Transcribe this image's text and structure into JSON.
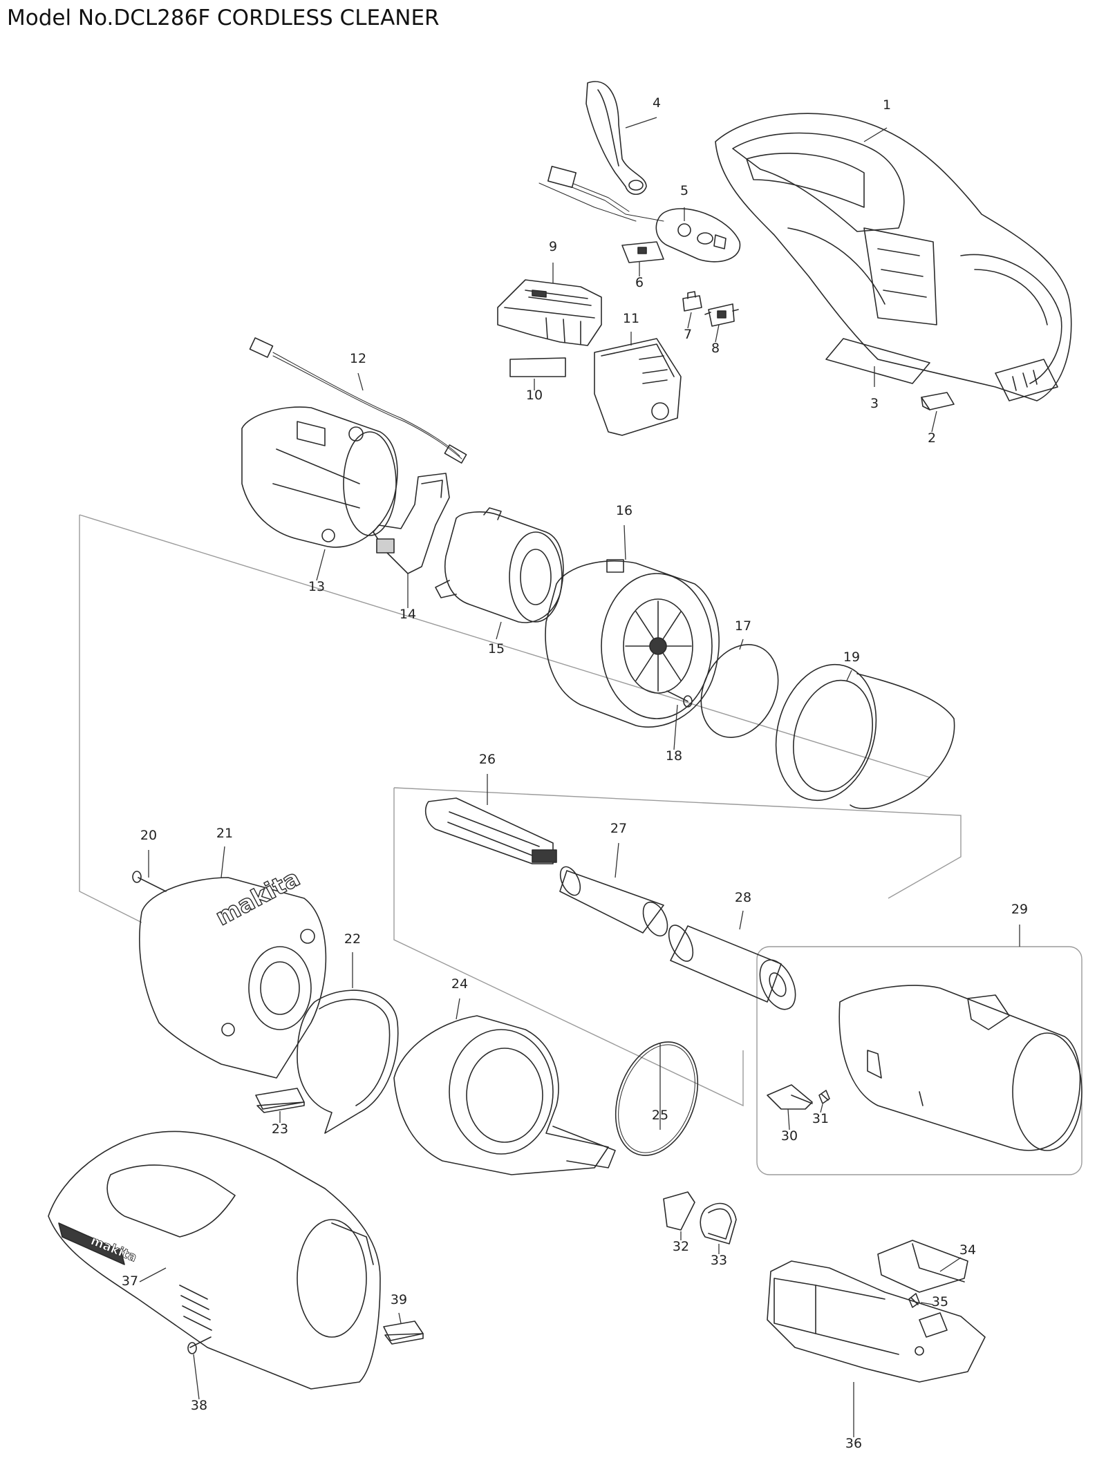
{
  "title": "Model No.DCL286F CORDLESS CLEANER",
  "callouts": [
    "1",
    "2",
    "3",
    "4",
    "5",
    "6",
    "7",
    "8",
    "9",
    "10",
    "11",
    "12",
    "13",
    "14",
    "15",
    "16",
    "17",
    "18",
    "19",
    "20",
    "21",
    "22",
    "23",
    "24",
    "25",
    "26",
    "27",
    "28",
    "29",
    "30",
    "31",
    "32",
    "33",
    "34",
    "35",
    "36",
    "37",
    "38",
    "39"
  ],
  "logo_text": "makita"
}
